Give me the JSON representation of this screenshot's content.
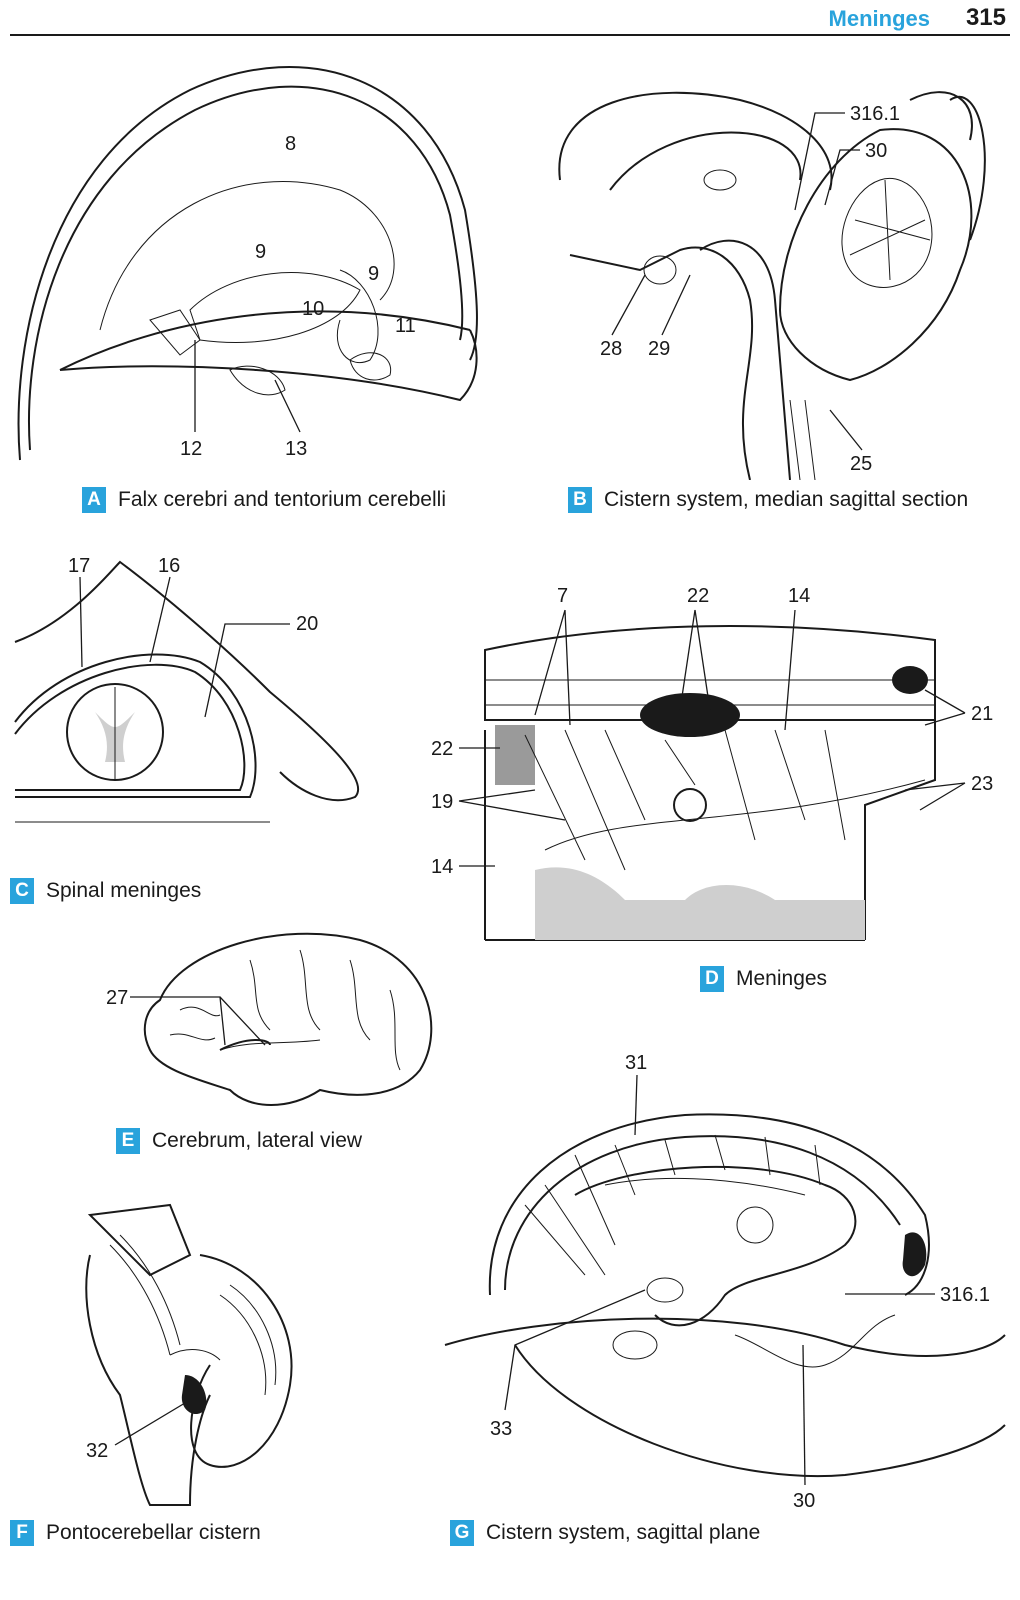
{
  "header": {
    "title": "Meninges",
    "page_number": "315"
  },
  "colors": {
    "accent": "#29a3dc",
    "ink": "#1a1a1a",
    "csf_gray": "#cfcfcf"
  },
  "figures": {
    "A": {
      "letter": "A",
      "caption": "Falx cerebri and tentorium cerebelli",
      "labels": {
        "l8": "8",
        "l9a": "9",
        "l9b": "9",
        "l10": "10",
        "l11": "11",
        "l12": "12",
        "l13": "13"
      }
    },
    "B": {
      "letter": "B",
      "caption": "Cistern system, median sagittal section",
      "labels": {
        "l316": "316.1",
        "l30": "30",
        "l28": "28",
        "l29": "29",
        "l25": "25"
      }
    },
    "C": {
      "letter": "C",
      "caption": "Spinal meninges",
      "labels": {
        "l17": "17",
        "l16": "16",
        "l20": "20"
      }
    },
    "D": {
      "letter": "D",
      "caption": "Meninges",
      "labels": {
        "l7": "7",
        "l22a": "22",
        "l14a": "14",
        "l22b": "22",
        "l21": "21",
        "l19": "19",
        "l23": "23",
        "l14b": "14"
      }
    },
    "E": {
      "letter": "E",
      "caption": "Cerebrum, lateral view",
      "labels": {
        "l27": "27"
      }
    },
    "F": {
      "letter": "F",
      "caption": "Pontocerebellar cistern",
      "labels": {
        "l32": "32"
      }
    },
    "G": {
      "letter": "G",
      "caption": "Cistern system, sagittal plane",
      "labels": {
        "l31": "31",
        "l316": "316.1",
        "l33": "33",
        "l30": "30"
      }
    }
  }
}
